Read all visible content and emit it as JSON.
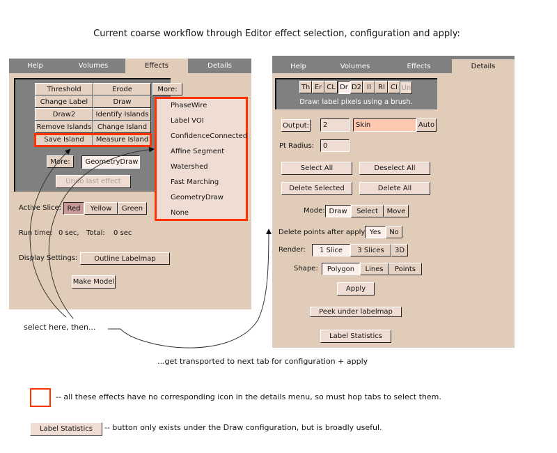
{
  "title": "Current coarse workflow through Editor effect selection, configuration and apply:",
  "tabs": [
    "Help",
    "Volumes",
    "Effects",
    "Details"
  ],
  "left": {
    "effects": [
      "Threshold",
      "Erode",
      "Change Label",
      "Draw",
      "Draw2",
      "Identify Islands",
      "Remove Islands",
      "Change Island",
      "Save Island",
      "Measure Island"
    ],
    "more_label": "More:",
    "popup": [
      "PhaseWire",
      "Label VOI",
      "ConfidenceConnected",
      "Affine Segment",
      "Watershed",
      "Fast Marching",
      "GeometryDraw",
      "None"
    ],
    "more2_label": "More:",
    "selected_effect": "GeometryDraw",
    "undo": "Undo last effect",
    "active_slice_label": "Active Slice:",
    "slices": [
      "Red",
      "Yellow",
      "Green"
    ],
    "run_time_label": "Run time:",
    "run_time": "0 sec,",
    "total_label": "Total:",
    "total": "0 sec",
    "display_label": "Display Settings:",
    "outline": "Outline Labelmap",
    "make_model": "Make Model"
  },
  "right": {
    "icons": [
      "Th",
      "Er",
      "CL",
      "Dr",
      "D2",
      "II",
      "RI",
      "CI",
      "Un"
    ],
    "description": "Draw: label pixels using a brush.",
    "output_label": "Output:",
    "output_value": "2",
    "label_name": "Skin",
    "auto": "Auto",
    "pt_radius_label": "Pt Radius:",
    "pt_radius": "0",
    "select_all": "Select All",
    "deselect_all": "Deselect All",
    "delete_selected": "Delete Selected",
    "delete_all": "Delete All",
    "mode_label": "Mode:",
    "modes": [
      "Draw",
      "Select",
      "Move"
    ],
    "delete_points_label": "Delete points after apply:",
    "yes": "Yes",
    "no": "No",
    "render_label": "Render:",
    "render": [
      "1 Slice",
      "3 Slices",
      "3D"
    ],
    "shape_label": "Shape:",
    "shapes": [
      "Polygon",
      "Lines",
      "Points"
    ],
    "apply": "Apply",
    "peek": "Peek under labelmap",
    "label_stats": "Label Statistics"
  },
  "annotations": {
    "select_here": "select here, then...",
    "transported": "...get transported to next tab for configuration + apply",
    "legend1": "-- all these effects have no corresponding icon in the details menu, so must hop tabs to select them.",
    "legend2_button": "Label Statistics",
    "legend2": "-- button only exists under the Draw configuration, but is broadly useful."
  },
  "colors": {
    "accent": "#ff3300",
    "panel": "#e0ccb9",
    "tabbar": "#808080"
  }
}
